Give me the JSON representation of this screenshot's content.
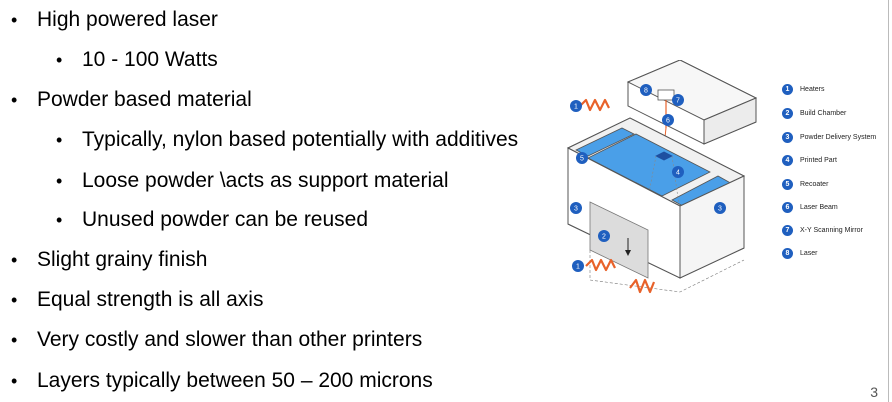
{
  "bullets": [
    {
      "text": "High powered laser",
      "level": 1
    },
    {
      "text": "10 - 100 Watts",
      "level": 2
    },
    {
      "text": "Powder based material",
      "level": 1
    },
    {
      "text": "Typically, nylon based potentially with additives",
      "level": 2
    },
    {
      "text": "Loose powder \\acts as support material",
      "level": 2
    },
    {
      "text": "Unused powder can be reused",
      "level": 2
    },
    {
      "text": "Slight grainy finish",
      "level": 1
    },
    {
      "text": "Equal strength is all axis",
      "level": 1
    },
    {
      "text": "Very costly and slower than other printers",
      "level": 1
    },
    {
      "text": "Layers typically between 50 – 200 microns",
      "level": 1
    }
  ],
  "bullet_symbol": "•",
  "legend": [
    {
      "num": "1",
      "label": "Heaters"
    },
    {
      "num": "2",
      "label": "Build Chamber"
    },
    {
      "num": "3",
      "label": "Powder Delivery System"
    },
    {
      "num": "4",
      "label": "Printed Part"
    },
    {
      "num": "5",
      "label": "Recoater"
    },
    {
      "num": "6",
      "label": "Laser Beam"
    },
    {
      "num": "7",
      "label": "X-Y Scanning Mirror"
    },
    {
      "num": "8",
      "label": "Laser"
    }
  ],
  "diagram_markers": [
    "1",
    "1",
    "2",
    "3",
    "3",
    "4",
    "5",
    "6",
    "7",
    "8"
  ],
  "page_number": "3",
  "colors": {
    "powder_blue": "#4a9fe8",
    "marker_blue": "#1f5fbf",
    "heater_orange": "#e8622a",
    "part_blue": "#1e4fa0"
  }
}
